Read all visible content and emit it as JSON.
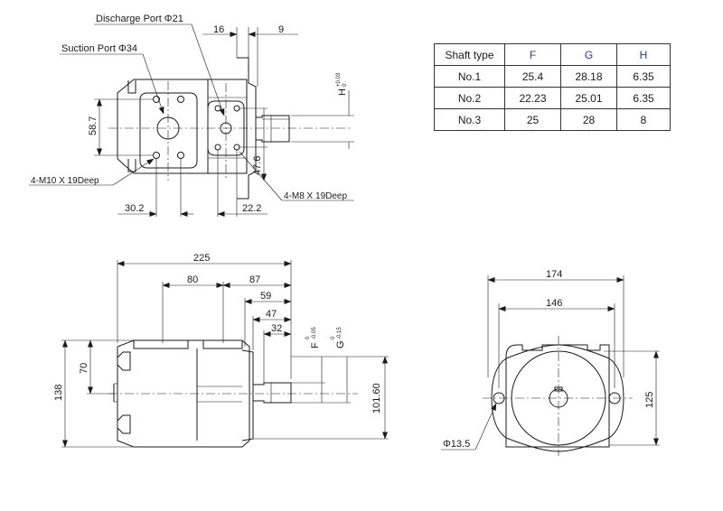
{
  "top_view": {
    "discharge_label": "Discharge Port Φ21",
    "suction_label": "Suction Port Φ34",
    "dim_16": "16",
    "dim_9": "9",
    "dim_58_7": "58.7",
    "dim_47_6": "47.6",
    "dim_30_2": "30.2",
    "dim_22_2": "22.2",
    "bolt_a": "4-M10 X 19Deep",
    "bolt_b": "4-M8 X 19Deep",
    "h_label": "H",
    "h_tol_top": "+0.03",
    "h_tol_bot": "0"
  },
  "side_view": {
    "dim_225": "225",
    "dim_80": "80",
    "dim_87": "87",
    "dim_59": "59",
    "dim_47": "47",
    "dim_32": "32",
    "dim_70": "70",
    "dim_138": "138",
    "dim_101_60": "101.60",
    "f_label": "F",
    "f_tol_top": "0",
    "f_tol_bot": "-0.05",
    "g_label": "G",
    "g_tol_top": "0",
    "g_tol_bot": "-0.15"
  },
  "end_view": {
    "dim_174": "174",
    "dim_146": "146",
    "dim_125": "125",
    "hole_label": "Φ13.5"
  },
  "shaft_table": {
    "headers": [
      "Shaft type",
      "F",
      "G",
      "H"
    ],
    "rows": [
      [
        "No.1",
        "25.4",
        "28.18",
        "6.35"
      ],
      [
        "No.2",
        "22.23",
        "25.01",
        "6.35"
      ],
      [
        "No.3",
        "25",
        "28",
        "8"
      ]
    ]
  },
  "colors": {
    "line": "#1a1a1a",
    "header_letters": "#2b3a9a"
  }
}
